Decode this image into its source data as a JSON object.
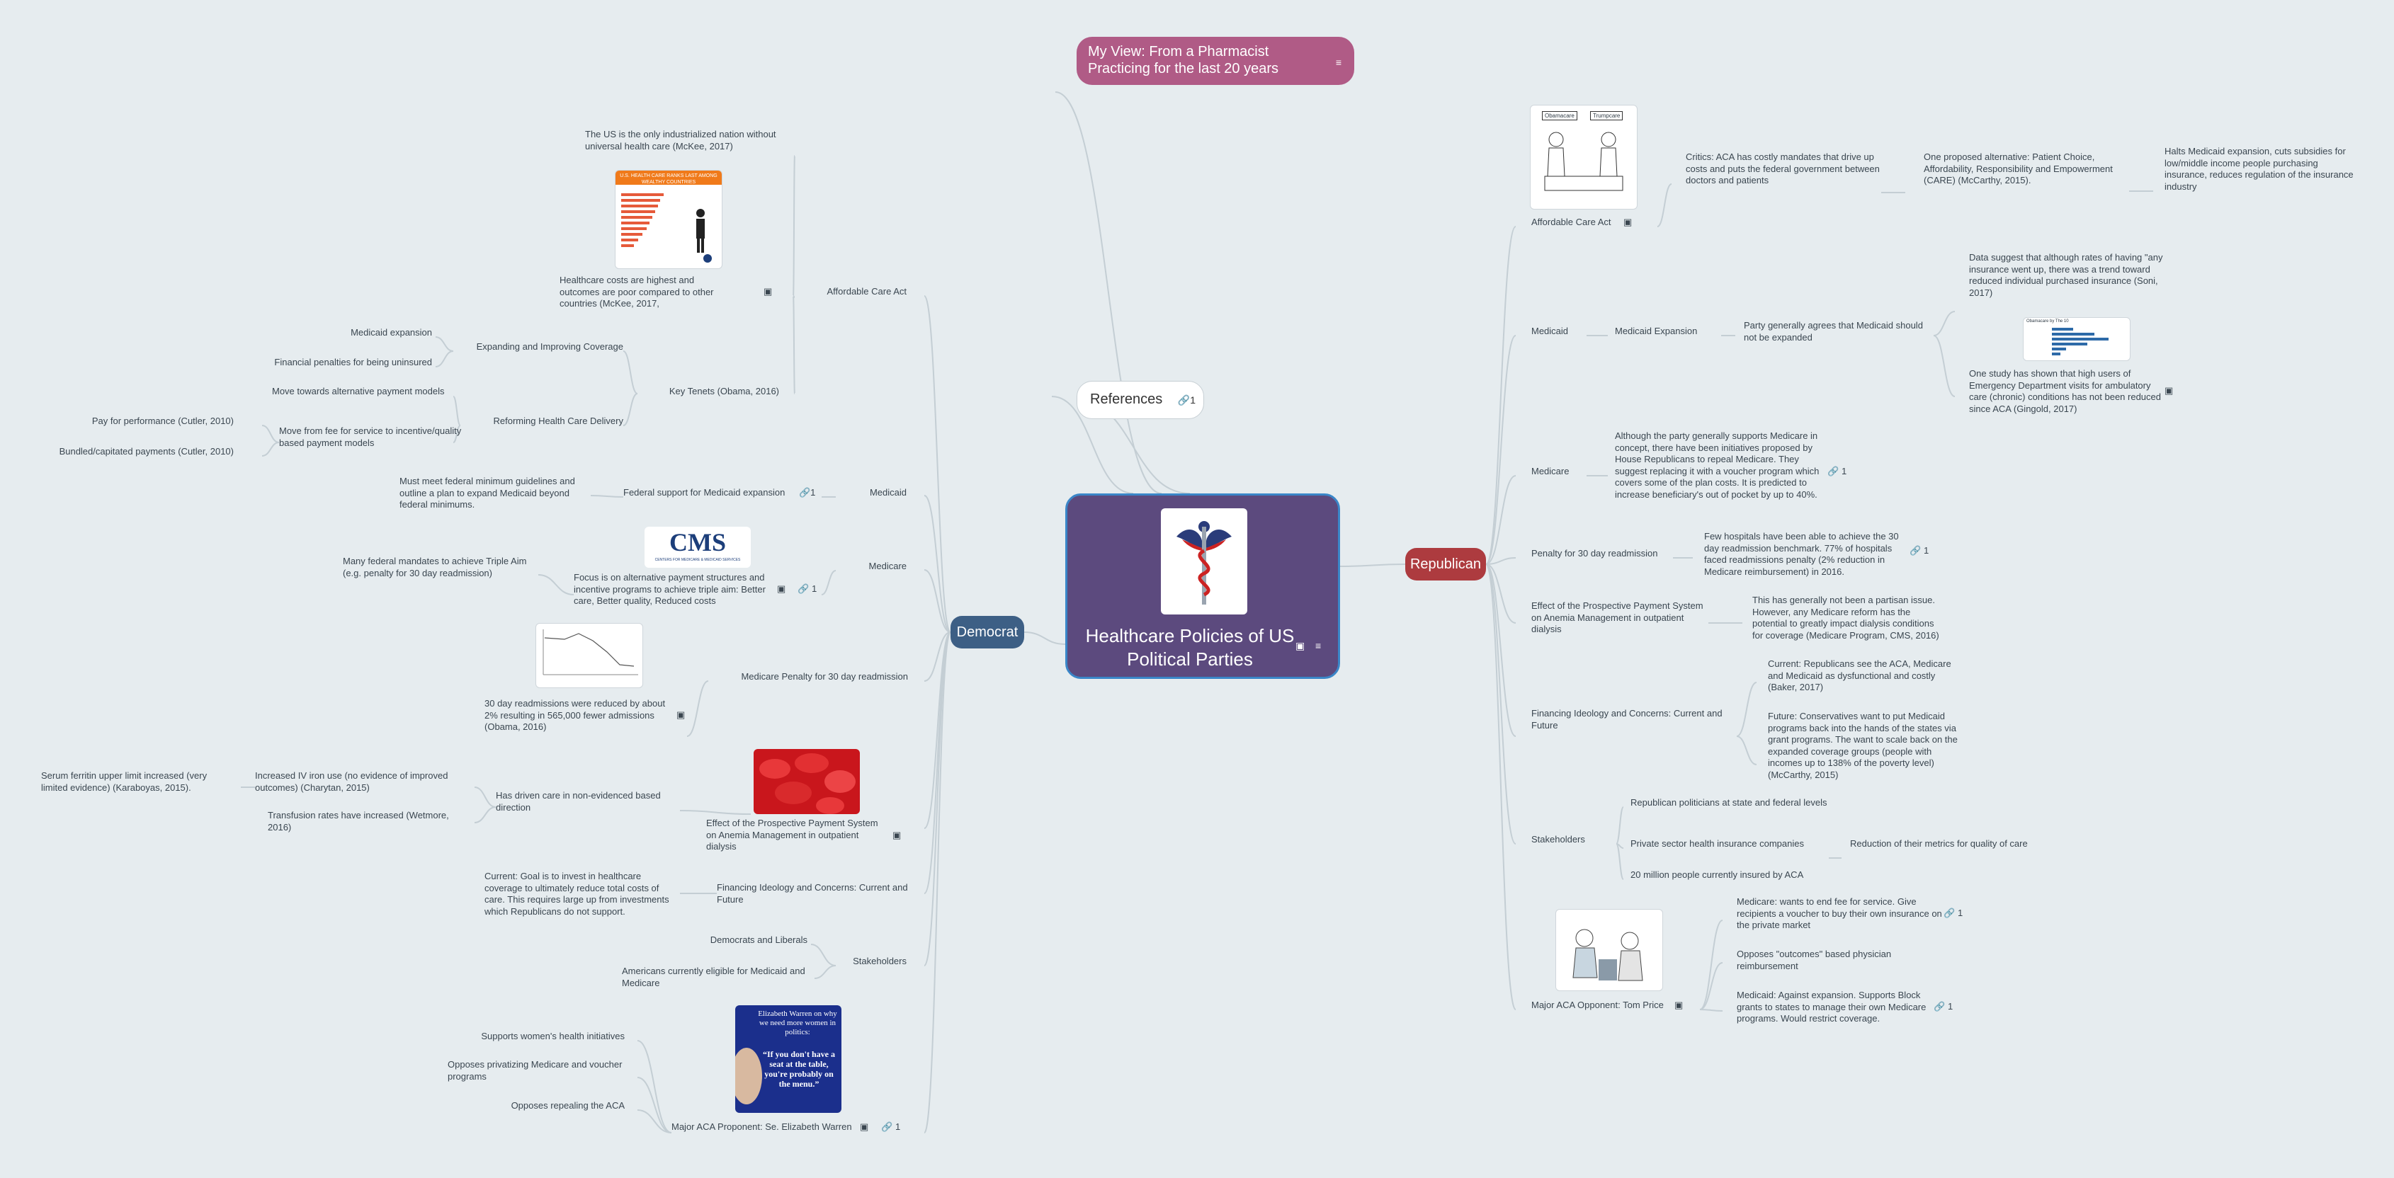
{
  "central": {
    "title": "Healthcare Policies of US Political Parties"
  },
  "top_node": "My View: From a Pharmacist Practicing for the last 20 years",
  "references": {
    "label": "References",
    "count": "1"
  },
  "democrat": {
    "label": "Democrat",
    "aca": "Affordable Care Act",
    "aca_only_nation": "The US is the only industrialized nation without universal health care (McKee, 2017)",
    "aca_costs": "Healthcare costs are highest and outcomes are poor compared to other countries (McKee, 2017,",
    "key_tenets": "Key Tenets (Obama, 2016)",
    "expanding": "Expanding and Improving Coverage",
    "medicaid_expansion": "Medicaid expansion",
    "financial_penalties": "Financial penalties for being uninsured",
    "reforming": "Reforming Health Care Delivery",
    "alt_payment": "Move towards alternative payment models",
    "fee_for_service": "Move from fee for service to incentive/quality based payment models",
    "pay_performance": "Pay for performance (Cutler, 2010)",
    "bundled": "Bundled/capitated payments (Cutler, 2010)",
    "medicaid": "Medicaid",
    "fed_support": "Federal support for Medicaid expansion",
    "fed_support_count": "1",
    "must_meet": "Must meet federal minimum guidelines and outline a plan to expand Medicaid beyond federal minimums.",
    "medicare": "Medicare",
    "focus": "Focus is on alternative payment structures and incentive programs to achieve triple aim: Better care, Better quality, Reduced costs",
    "focus_count": "1",
    "many_mandates": "Many federal mandates to achieve Triple Aim (e.g. penalty for 30 day readmission)",
    "penalty": "Medicare Penalty for 30 day readmission",
    "readmissions": "30 day readmissions were reduced by about 2% resulting in 565,000 fewer admissions (Obama, 2016)",
    "pps": "Effect of the Prospective Payment System on Anemia Management in outpatient dialysis",
    "driven": "Has driven care in non-evidenced based direction",
    "iv_iron": "Increased IV iron use (no evidence of improved outcomes) (Charytan, 2015)",
    "ferritin": "Serum ferritin upper limit increased (very limited evidence) (Karaboyas, 2015).",
    "transfusion": "Transfusion rates have increased (Wetmore, 2016)",
    "financing": "Financing Ideology and Concerns: Current and Future",
    "current": "Current: Goal is to invest in healthcare coverage to ultimately reduce total costs of care. This requires large up from investments which Republicans do not support.",
    "stakeholders": "Stakeholders",
    "dems_liberals": "Democrats and Liberals",
    "americans_eligible": "Americans currently eligible for Medicaid and Medicare",
    "proponent": "Major ACA Proponent: Se. Elizabeth Warren",
    "proponent_count": "1",
    "womens": "Supports women's health initiatives",
    "opposes_privatizing": "Opposes privatizing Medicare and voucher programs",
    "opposes_repealing": "Opposes repealing the ACA"
  },
  "republican": {
    "label": "Republican",
    "aca": "Affordable Care Act",
    "critics": "Critics: ACA has costly mandates that drive up costs and puts the federal government between doctors and patients",
    "care": "One proposed alternative: Patient Choice, Affordability, Responsibility and Empowerment (CARE) (McCarthy, 2015).",
    "halts": "Halts Medicaid expansion, cuts subsidies for low/middle income people purchasing insurance, reduces regulation of the insurance industry",
    "medicaid": "Medicaid",
    "medicaid_expansion": "Medicaid Expansion",
    "party_agrees": "Party generally agrees that Medicaid should not be expanded",
    "data_suggest": "Data suggest that although rates of having \"any insurance went up, there was a trend toward reduced individual purchased insurance (Soni, 2017)",
    "one_study": "One study has shown that high users of Emergency Department visits for ambulatory care (chronic) conditions has not been reduced since ACA (Gingold, 2017)",
    "medicare": "Medicare",
    "although": "Although the party generally supports Medicare in concept, there have been initiatives proposed by House Republicans to repeal Medicare. They suggest replacing it with a voucher program which covers some of the plan costs. It is predicted to increase beneficiary's out of pocket by up to 40%.",
    "although_count": "1",
    "penalty": "Penalty for 30 day readmission",
    "few_hospitals": "Few hospitals have been able to achieve the 30 day readmission benchmark. 77% of hospitals faced readmissions penalty (2% reduction in Medicare reimbursement) in 2016.",
    "few_hospitals_count": "1",
    "pps": "Effect of the Prospective Payment System on Anemia Management in outpatient dialysis",
    "nonpartisan": "This has generally not been a partisan issue. However, any Medicare reform has the potential to greatly impact dialysis conditions for coverage (Medicare Program, CMS, 2016)",
    "financing": "Financing Ideology and Concerns: Current and Future",
    "fin_current": "Current: Republicans see the ACA, Medicare and Medicaid as dysfunctional and costly (Baker, 2017)",
    "fin_future": "Future: Conservatives want to put Medicaid programs back into the hands of the states via grant programs. The want to scale back on the expanded coverage groups (people with incomes up to 138% of the poverty level) (McCarthy, 2015)",
    "stakeholders": "Stakeholders",
    "rep_politicians": "Republican politicians at state and federal levels",
    "private_sector": "Private sector health insurance companies",
    "reduction": "Reduction of their metrics for quality of care",
    "twenty_million": "20 million people currently insured by ACA",
    "opponent": "Major ACA Opponent: Tom Price",
    "voucher": "Medicare: wants to end fee for service. Give recipients a voucher to buy their own insurance on the private market",
    "voucher_count": "1",
    "opposes_outcomes": "Opposes \"outcomes\" based physician reimbursement",
    "block_grants": "Medicaid: Against expansion. Supports Block grants to states to manage their own Medicare programs. Would restrict coverage.",
    "block_grants_count": "1"
  },
  "images": {
    "cms": "CMS",
    "cms_sub": "CENTERS FOR MEDICARE & MEDICAID SERVICES",
    "infographic": "U.S. HEALTH CARE RANKS LAST AMONG WEALTHY COUNTRIES",
    "obamacare_tag": "Obamacare",
    "trumpcare_tag": "Trumpcare",
    "barchart_title": "Obamacare by The 10",
    "warren1": "Elizabeth Warren on why we need more women in politics:",
    "warren2": "“If you don't have a seat at the table, you're probably on the menu.”"
  },
  "colors": {
    "background": "#e6ecef",
    "central": "#5c4a7e",
    "central_border": "#3a86c8",
    "democrat": "#3d5f85",
    "republican": "#ad3b3f",
    "top_node": "#b05b86",
    "line": "#c4ced4"
  }
}
